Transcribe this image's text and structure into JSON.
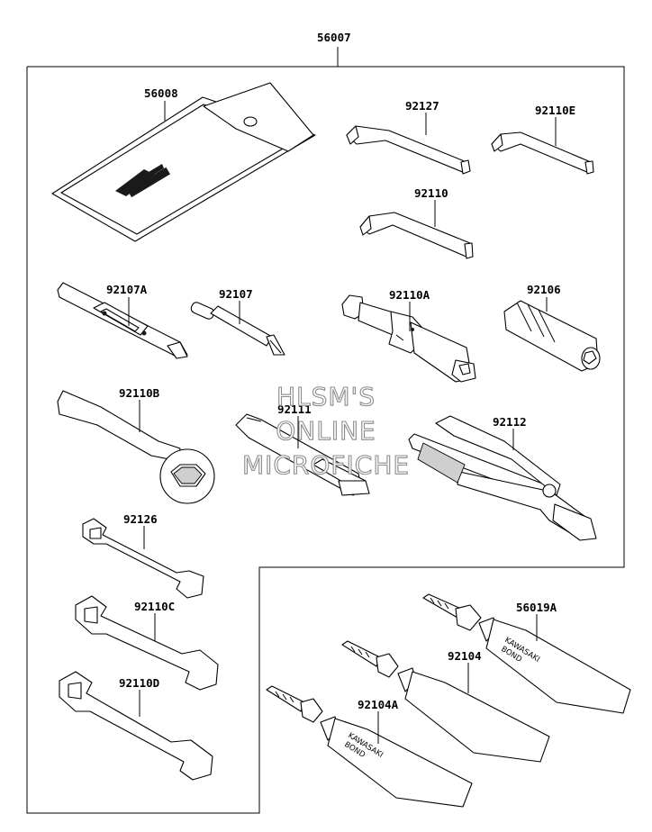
{
  "assembly": {
    "part_number": "56007"
  },
  "parts": {
    "p56008": "56008",
    "p92127": "92127",
    "p92110E": "92110E",
    "p92110": "92110",
    "p92107A": "92107A",
    "p92107": "92107",
    "p92110A": "92110A",
    "p92106": "92106",
    "p92110B": "92110B",
    "p92111": "92111",
    "p92112": "92112",
    "p92126": "92126",
    "p92110C": "92110C",
    "p92110D": "92110D",
    "p56019A": "56019A",
    "p92104": "92104",
    "p92104A": "92104A"
  },
  "tube_text": {
    "brand": "KAWASAKI",
    "product": "BOND"
  },
  "watermark": {
    "line1": "HLSM'S",
    "line2": "ONLINE",
    "line3": "MICROFICHE"
  }
}
